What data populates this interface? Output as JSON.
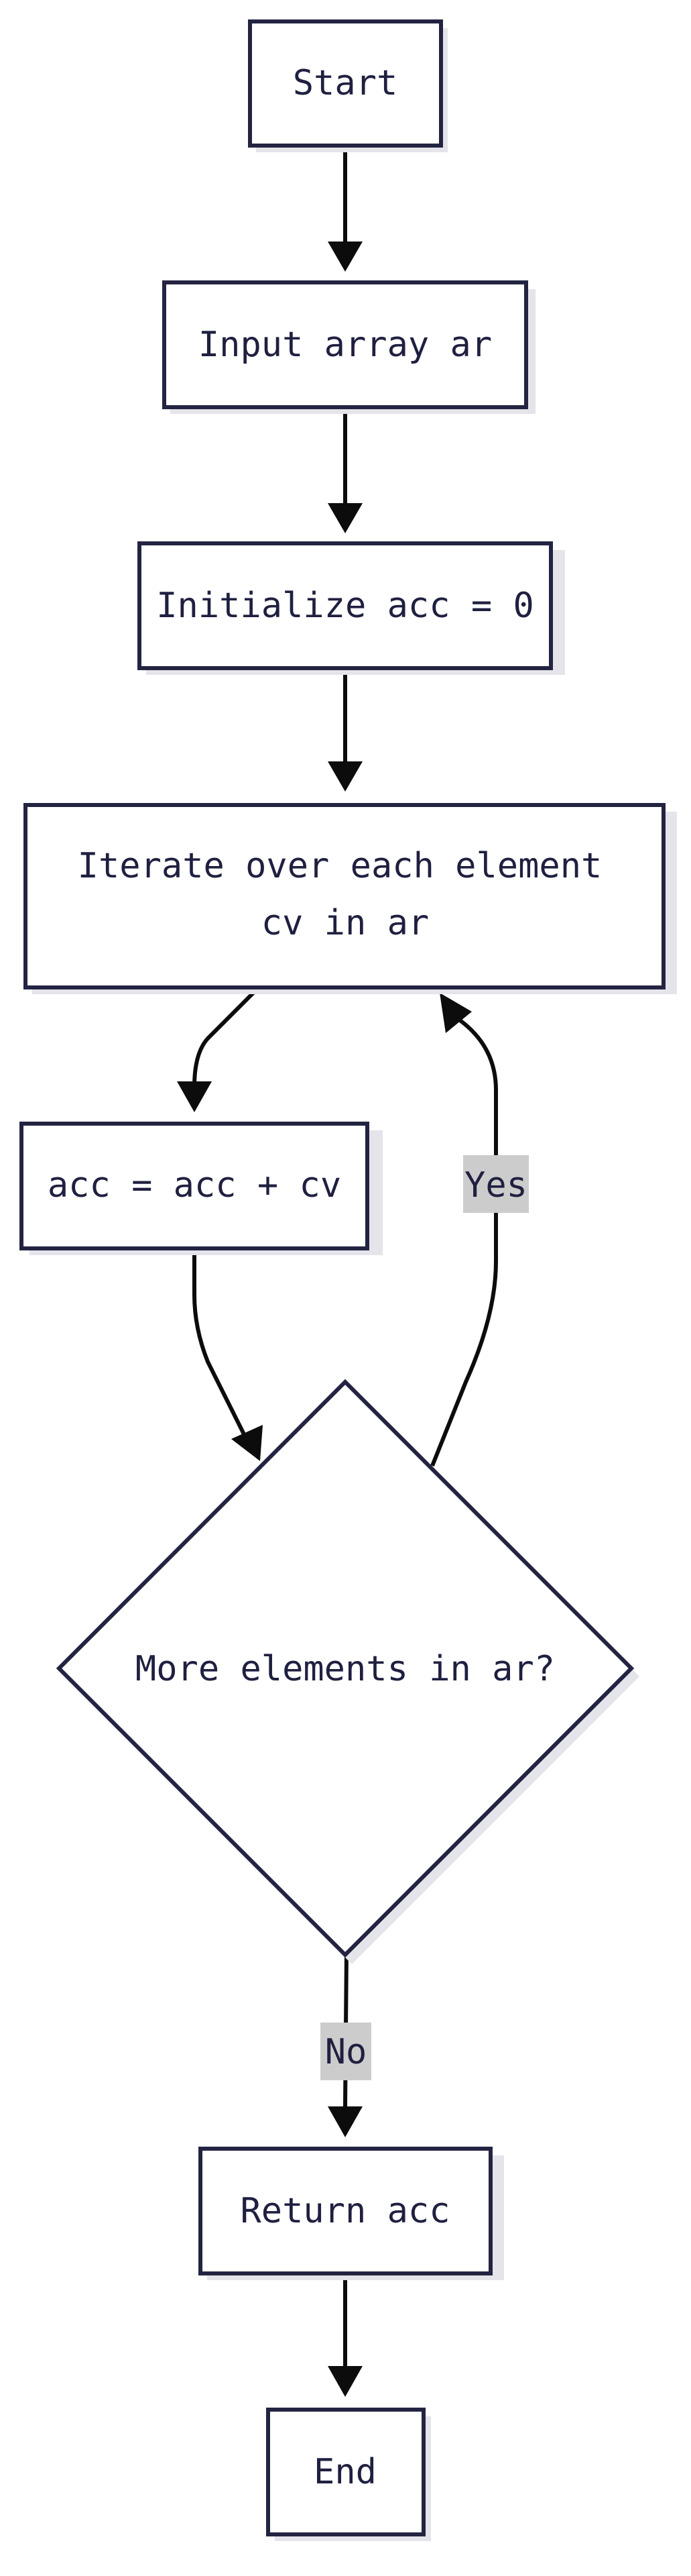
{
  "colors": {
    "node_border": "#232342",
    "node_fill": "#ffffff",
    "shadow": "#e4e4ea",
    "edge": "#0c0c0c",
    "label_bg": "#cccccc",
    "text": "#1f2040"
  },
  "nodes": {
    "start": "Start",
    "input": "Input array ar",
    "init": "Initialize acc = 0",
    "iterate_line1": "Iterate over each element",
    "iterate_line2": "cv in ar",
    "accumulate": "acc = acc + cv",
    "decision": "More elements in ar?",
    "return": "Return acc",
    "end": "End"
  },
  "edge_labels": {
    "yes": "Yes",
    "no": "No"
  }
}
